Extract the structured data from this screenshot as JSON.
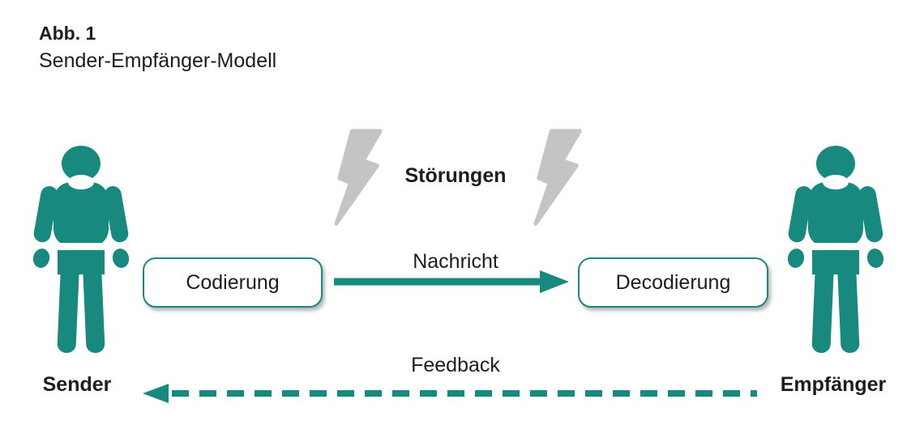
{
  "figure": {
    "label": "Abb. 1",
    "title": "Sender-Empfänger-Modell"
  },
  "diagram": {
    "sender_label": "Sender",
    "receiver_label": "Empfänger",
    "encoding_box_label": "Codierung",
    "decoding_box_label": "Decodierung",
    "message_arrow_label": "Nachricht",
    "feedback_arrow_label": "Feedback",
    "disturbance_label": "Störungen"
  },
  "icons": {
    "sender": "person-icon",
    "receiver": "person-icon",
    "disturbance": "lightning-bolt-icon"
  },
  "colors": {
    "teal": "#17897E",
    "bolt_gray": "#C4C4C4",
    "text_black": "#1D1D1B",
    "page_bg": "#FFFFFF"
  }
}
